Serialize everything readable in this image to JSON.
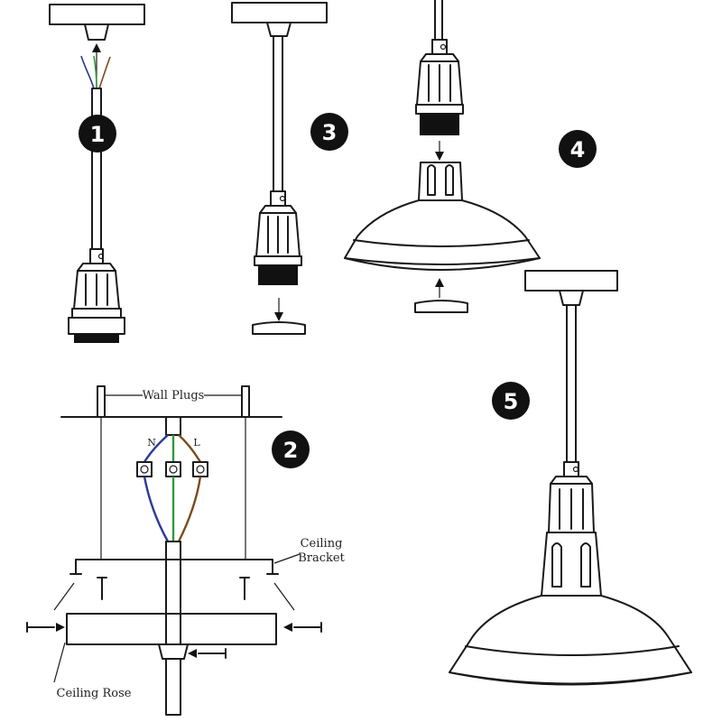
{
  "steps": [
    {
      "id": "1",
      "label": "1"
    },
    {
      "id": "2",
      "label": "2"
    },
    {
      "id": "3",
      "label": "3"
    },
    {
      "id": "4",
      "label": "4"
    },
    {
      "id": "5",
      "label": "5"
    }
  ],
  "labels": {
    "wall_plugs": "Wall Plugs",
    "neutral": "N",
    "live": "L",
    "ceiling_bracket_line1": "Ceiling",
    "ceiling_bracket_line2": "Bracket",
    "ceiling_rose": "Ceiling Rose"
  },
  "colors": {
    "ink": "#1a1a1a",
    "wire_blue": "#2b3a9a",
    "wire_green": "#2f9a3e",
    "wire_brown": "#7a4a1c",
    "badge": "#111111"
  }
}
